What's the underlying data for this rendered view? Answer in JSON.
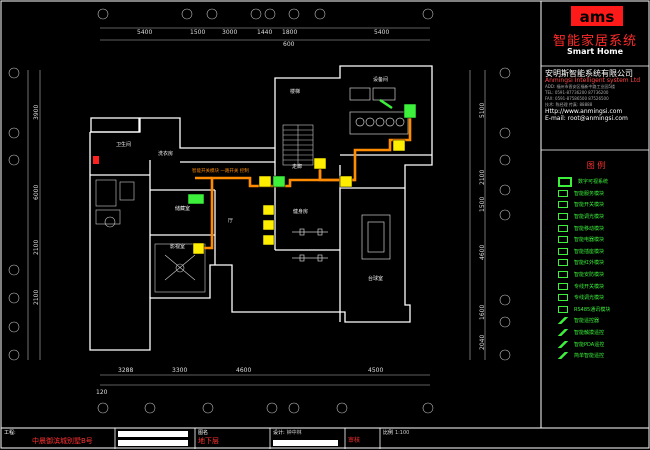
{
  "brand": {
    "title": "智能家居系统",
    "subtitle": "Smart Home",
    "logo_text": "ams",
    "accent_color": "#ff0000"
  },
  "company": {
    "name_cn": "安明斯智能系统有限公司",
    "name_en": "Anmingsi Intelligent system Ltd",
    "address": "ADD: 福州市晋安区福新中路工业园5楼",
    "phone": "TEL: 0591-87736200  87736200",
    "fax": "FAX: 0591-87586500  87526500",
    "contact": "技术: 陈经理   传真: 88888",
    "website": "Http://www.anmingsi.com",
    "email": "E-mail: root@anmingsi.com"
  },
  "legend": {
    "title": "图 例",
    "items": [
      {
        "label": "数字可视系统",
        "icon": "monitor-icon"
      },
      {
        "label": "智能服务模块",
        "icon": "service-module-icon"
      },
      {
        "label": "智能开关模块",
        "icon": "switch-module-icon"
      },
      {
        "label": "智能调光模块",
        "icon": "dimmer-module-icon"
      },
      {
        "label": "智能移动模块",
        "icon": "motion-module-icon"
      },
      {
        "label": "智能电器模块",
        "icon": "appliance-module-icon"
      },
      {
        "label": "智能插座模块",
        "icon": "socket-module-icon"
      },
      {
        "label": "智能红外模块",
        "icon": "infrared-module-icon"
      },
      {
        "label": "智能安防模块",
        "icon": "security-module-icon"
      },
      {
        "label": "专线开关模块",
        "icon": "line-switch-icon"
      },
      {
        "label": "专线调光模块",
        "icon": "line-dimmer-icon"
      },
      {
        "label": "RS485通讯模块",
        "icon": "rs485-module-icon"
      },
      {
        "label": "智能遥控器",
        "icon": "remote-icon"
      },
      {
        "label": "智能触摸遥控",
        "icon": "touch-remote-icon"
      },
      {
        "label": "智能PDA遥控",
        "icon": "pda-remote-icon"
      },
      {
        "label": "简单智能遥控",
        "icon": "simple-remote-icon"
      }
    ]
  },
  "dims": {
    "top": [
      "5400",
      "1500",
      "3000",
      "1440",
      "1800",
      "5400"
    ],
    "top_sub": "600",
    "bottom": [
      "3288",
      "3300",
      "4600",
      "4500"
    ],
    "bottom_sub": "120",
    "left": [
      "3900",
      "6000",
      "2100",
      "2100"
    ],
    "right": [
      "5100",
      "2100",
      "1500",
      "4600",
      "1600",
      "2040"
    ]
  },
  "rooms": {
    "r1": "设备间",
    "r2": "卫生间",
    "r3": "洗衣房",
    "r4": "走廊",
    "r5": "储藏室",
    "r6": "厅",
    "r7": "健身房",
    "r8": "台球室",
    "r9": "影视室",
    "r10": "楼梯"
  },
  "wire_label": "智能开关模块 一路开关 控制",
  "titleblock": {
    "project_label": "工程:",
    "project_value": "中晨御滨城别墅B号",
    "drawing_label": "图名",
    "drawing_value": "地下层",
    "design_label": "设计:",
    "design_value": "钟中林",
    "check_label": "审核",
    "check_value": "",
    "ratio_label": "比例",
    "ratio_value": "1:100"
  }
}
